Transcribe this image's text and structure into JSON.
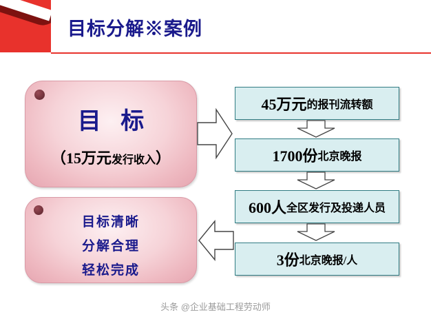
{
  "header": {
    "title": "目标分解※案例",
    "accent_color": "#e8322c",
    "title_color": "#1a1a8c"
  },
  "goal_box": {
    "title": "目 标",
    "sub_prefix": "（",
    "sub_amount": "15万元",
    "sub_text": "发行收入",
    "sub_suffix": "）"
  },
  "steps": [
    {
      "number": "45万元",
      "text": "的报刊流转额"
    },
    {
      "number": "1700份",
      "text": "北京晚报"
    },
    {
      "number": "600人",
      "text": "全区发行及投递人员"
    },
    {
      "number": "3份",
      "text": "北京晚报/人"
    }
  ],
  "result_box": {
    "lines": [
      "目标清晰",
      "分解合理",
      "轻松完成"
    ]
  },
  "arrows": {
    "right_label": "right-arrow",
    "left_label": "left-arrow",
    "down_label": "down-arrow"
  },
  "footer": {
    "text": "头条 @企业基础工程劳动师"
  }
}
